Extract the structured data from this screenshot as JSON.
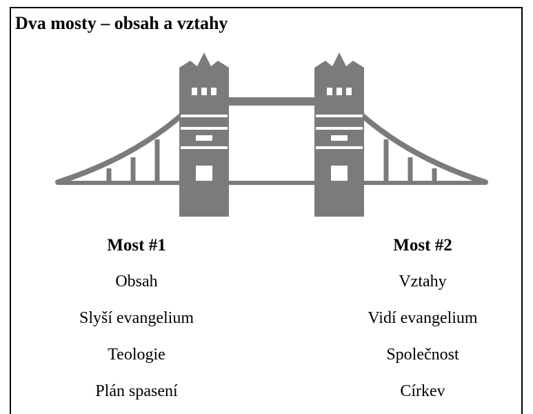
{
  "title": "Dva mosty – obsah a vztahy",
  "colors": {
    "bridge": "#7b7b7b",
    "border": "#000000",
    "text": "#000000"
  },
  "illustration": "tower-bridge-icon",
  "bridges": [
    {
      "heading": "Most #1",
      "items": [
        "Obsah",
        "Slyší evangelium",
        "Teologie",
        "Plán spasení"
      ]
    },
    {
      "heading": "Most #2",
      "items": [
        "Vztahy",
        "Vidí evangelium",
        "Společnost",
        "Církev"
      ]
    }
  ]
}
